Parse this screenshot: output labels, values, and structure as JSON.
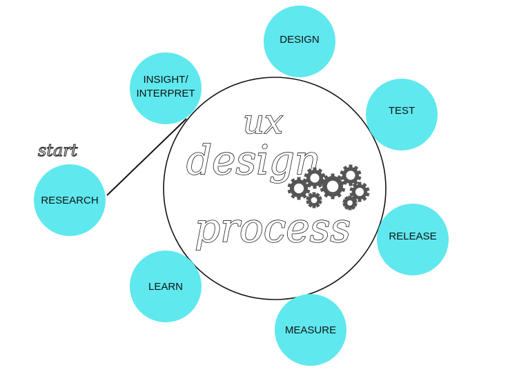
{
  "start_label": "start",
  "center": {
    "line1": "ux",
    "line2": "design",
    "line3": "process"
  },
  "nodes": [
    {
      "id": "research",
      "label": "RESEARCH"
    },
    {
      "id": "insight",
      "label": [
        "INSIGHT/",
        "INTERPRET"
      ]
    },
    {
      "id": "design",
      "label": "DESIGN"
    },
    {
      "id": "test",
      "label": "TEST"
    },
    {
      "id": "release",
      "label": "RELEASE"
    },
    {
      "id": "measure",
      "label": "MEASURE"
    },
    {
      "id": "learn",
      "label": "LEARN"
    }
  ],
  "colors": {
    "node_fill": "#5fe8ee",
    "outline": "#111111",
    "gear": "#555555"
  }
}
